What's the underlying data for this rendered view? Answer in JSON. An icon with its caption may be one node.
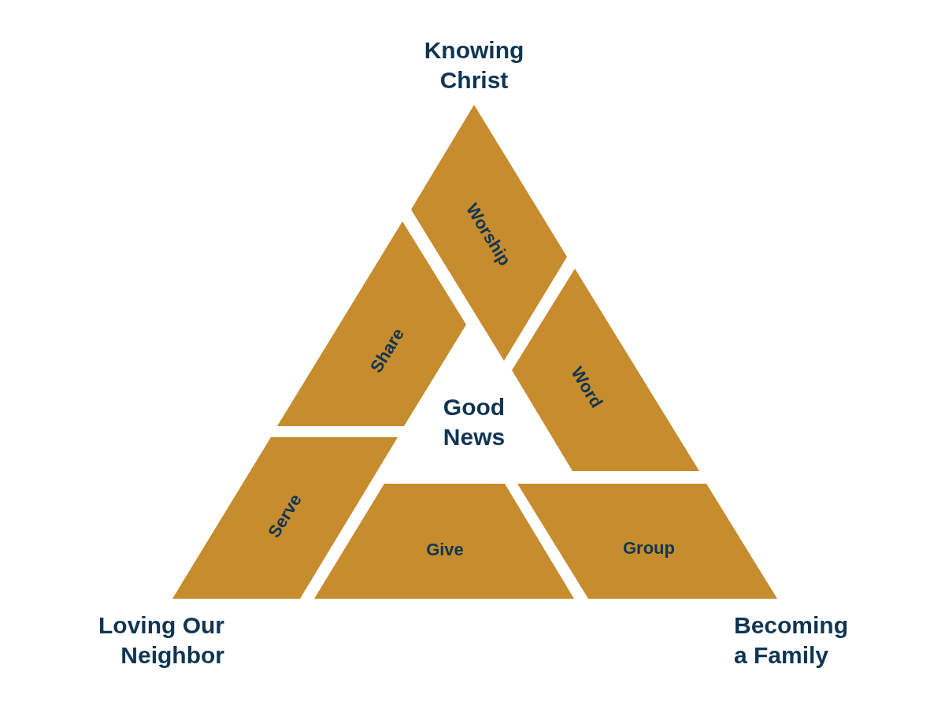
{
  "diagram": {
    "nodes": [
      {
        "text": [
          "Worship"
        ]
      },
      {
        "text": [
          "Share"
        ]
      },
      {
        "text": [
          "Word"
        ]
      },
      {
        "text": [
          "Serve"
        ]
      },
      {
        "text": [
          "Give"
        ]
      },
      {
        "text": [
          "Group"
        ]
      }
    ],
    "labels": [
      "Knowing Christ",
      "Good News",
      "Loving Our Neighbor",
      "Becoming a Family"
    ]
  }
}
